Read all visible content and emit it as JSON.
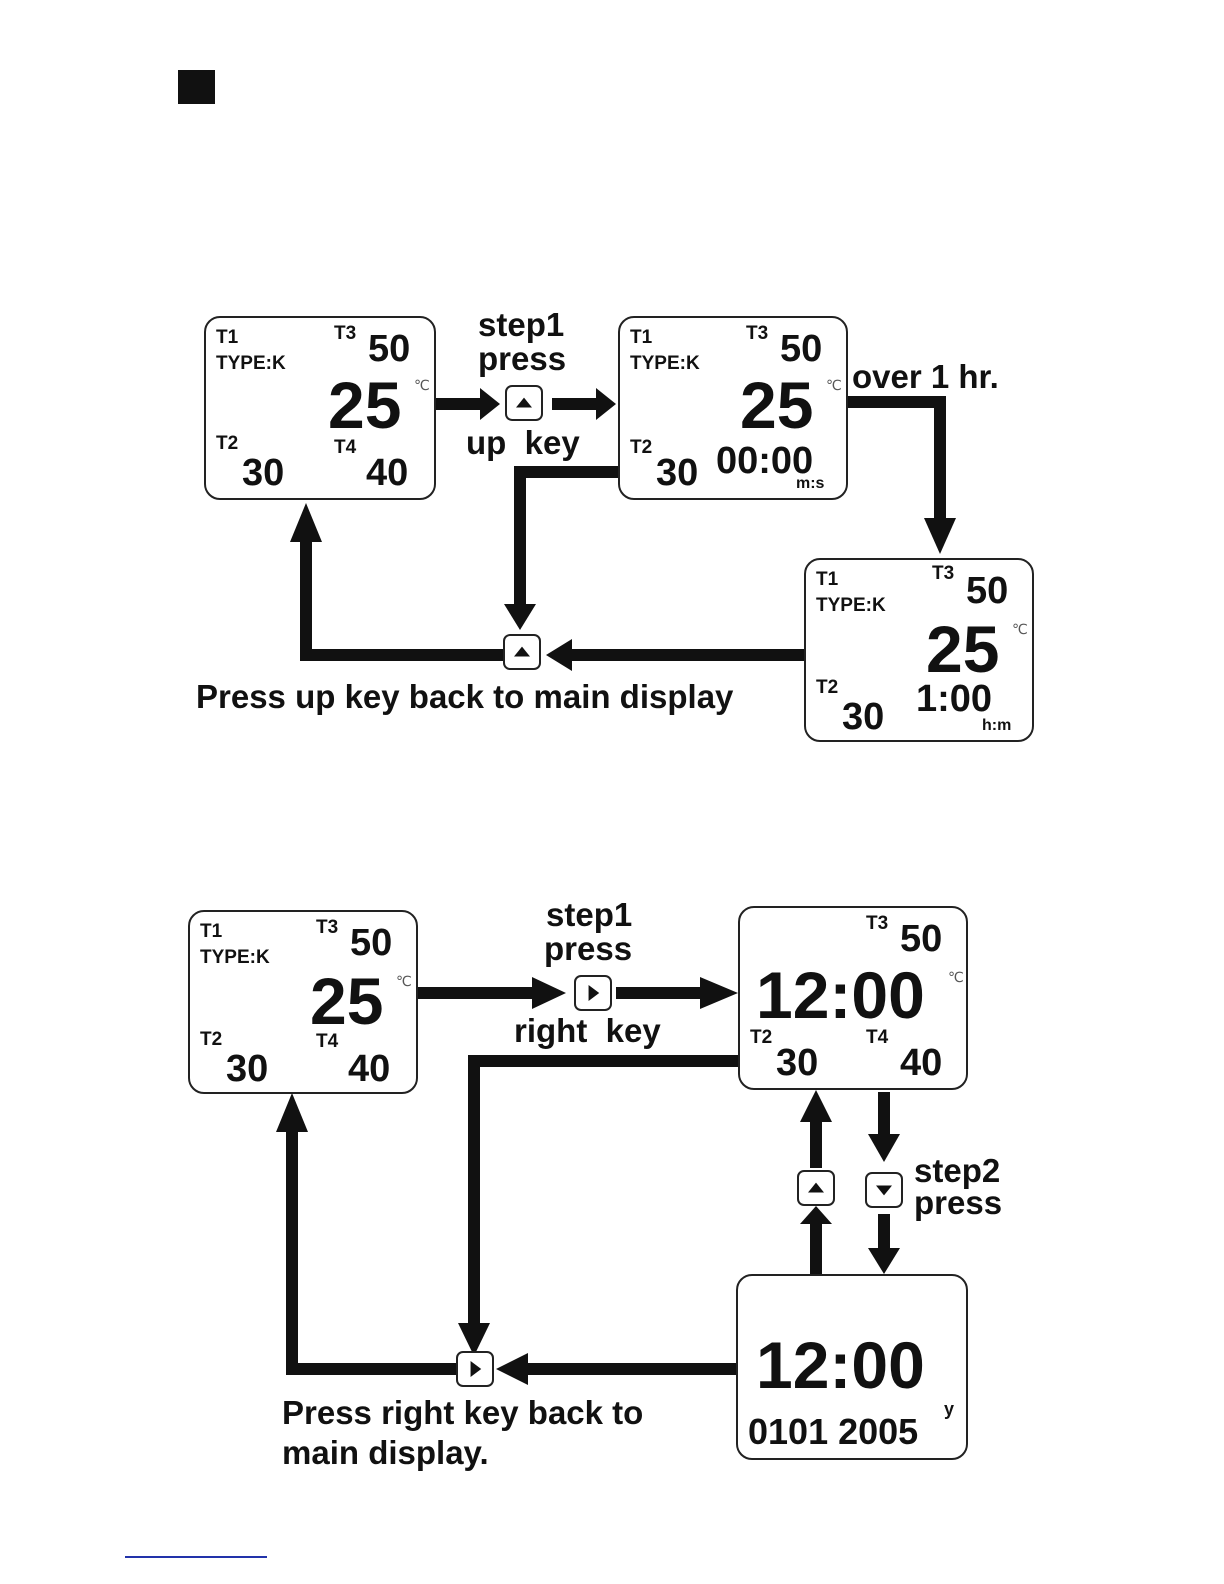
{
  "lcd": {
    "t1": "T1",
    "type": "TYPE:K",
    "t2": "T2",
    "t3": "T3",
    "t4": "T4",
    "v_main": "25",
    "v_t2": "30",
    "v_t3": "50",
    "v_t4": "40",
    "celsius": "℃",
    "timer_ms": "00:00",
    "unit_ms": "m:s",
    "timer_hm": "1:00",
    "unit_hm": "h:m",
    "clock": "12:00",
    "date": "0101 2005",
    "unit_y": "y"
  },
  "top": {
    "step1": "step1",
    "press": "press",
    "key_label": "up  key",
    "over": "over 1 hr.",
    "back": "Press up key back to main display"
  },
  "bottom": {
    "step1": "step1",
    "press": "press",
    "key_label": "right  key",
    "step2": "step2",
    "press2": "press",
    "back_line1": "Press right key back to",
    "back_line2": "main display."
  },
  "icons": {
    "up": "up-triangle",
    "down": "down-triangle",
    "right": "right-triangle"
  }
}
